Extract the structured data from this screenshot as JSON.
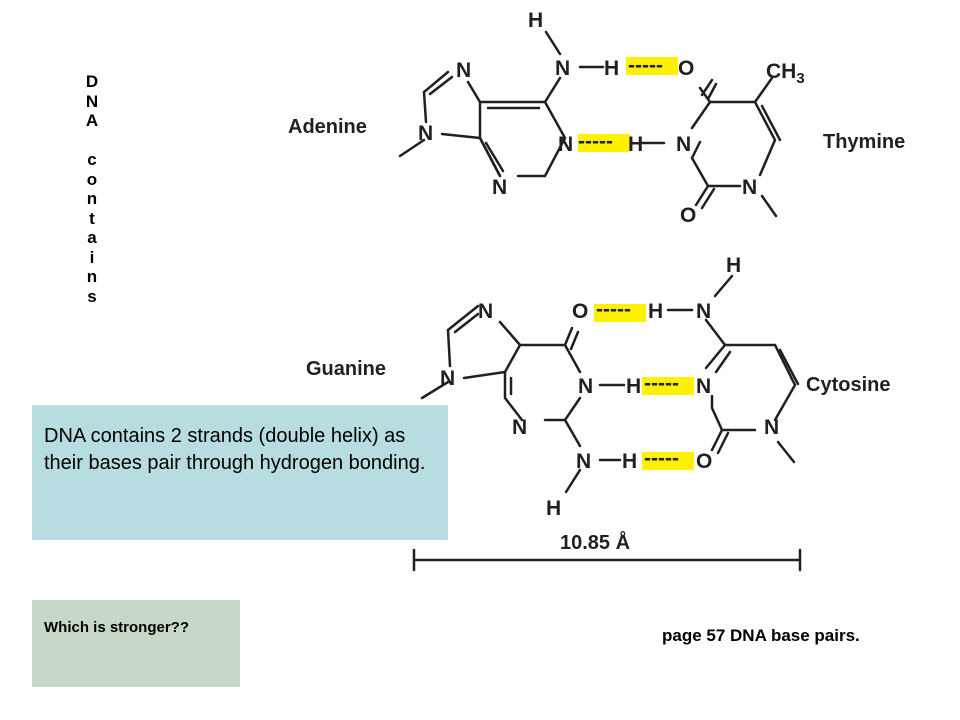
{
  "vertical_title": "DNA contains",
  "callout_main": "DNA contains 2 strands (double helix) as their bases pair through hydrogen bonding.",
  "callout_question": "Which is stronger??",
  "caption": "page 57 DNA base pairs.",
  "diagram": {
    "labels": {
      "adenine": "Adenine",
      "thymine": "Thymine",
      "guanine": "Guanine",
      "cytosine": "Cytosine"
    },
    "distance": "10.85 Å",
    "hbond_dashes": "-----",
    "atoms": {
      "N": "N",
      "H": "H",
      "O": "O",
      "CH3_main": "CH",
      "CH3_sub": "3"
    }
  },
  "colors": {
    "hbond_highlight": "#fff200",
    "callout_main_bg": "#b8dde1",
    "callout_question_bg": "#c8d8c8"
  }
}
